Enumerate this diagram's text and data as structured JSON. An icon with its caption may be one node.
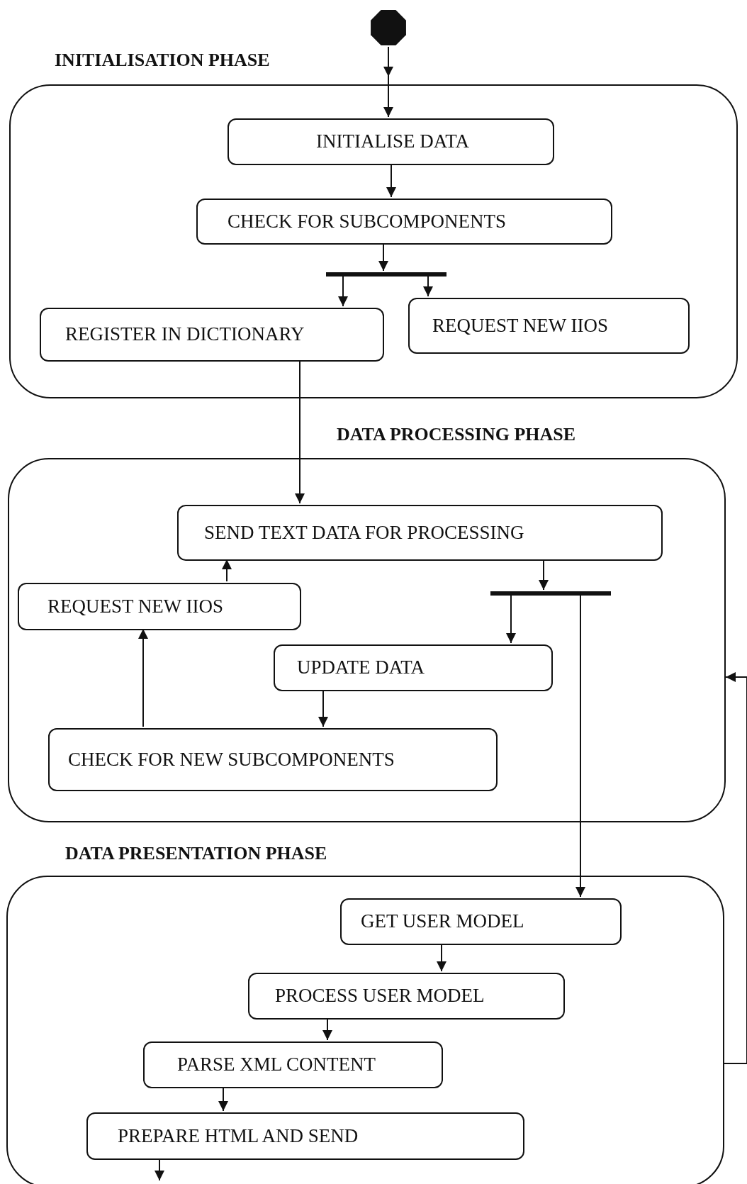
{
  "diagram": {
    "nodes": [
      {
        "text": [],
        "shape": "octagon"
      },
      {
        "text": [
          "INITIALISATION PHASE"
        ]
      },
      {
        "text": [
          "INITIALISE DATA"
        ],
        "in": 1
      },
      {
        "text": [
          "CHECK FOR SUBCOMPONENTS"
        ],
        "in": 1
      },
      {
        "text": [],
        "shape": "bar",
        "in": 1
      },
      {
        "text": [
          "REGISTER IN DICTIONARY"
        ],
        "in": 1
      },
      {
        "text": [
          "REQUEST NEW IIOS"
        ],
        "in": 1
      },
      {
        "text": [
          "DATA PROCESSING PHASE"
        ]
      },
      {
        "text": [
          "SEND TEXT DATA FOR PROCESSING"
        ],
        "in": 7
      },
      {
        "text": [
          "REQUEST NEW IIOS"
        ],
        "in": 7
      },
      {
        "text": [],
        "shape": "bar",
        "in": 7
      },
      {
        "text": [
          "UPDATE DATA"
        ],
        "in": 7
      },
      {
        "text": [
          "CHECK FOR NEW SUBCOMPONENTS"
        ],
        "in": 7
      },
      {
        "text": [
          "DATA PRESENTATION PHASE"
        ]
      },
      {
        "text": [
          "GET USER MODEL"
        ],
        "in": 13
      },
      {
        "text": [
          "PROCESS USER MODEL"
        ],
        "in": 13
      },
      {
        "text": [
          "PARSE XML CONTENT"
        ],
        "in": 13
      },
      {
        "text": [
          "PREPARE HTML AND SEND"
        ],
        "in": 13
      }
    ],
    "edges": [
      {
        "from": 0,
        "to": 2,
        "arrow": "to"
      },
      {
        "from": 2,
        "to": 3,
        "arrow": "to"
      },
      {
        "from": 3,
        "to": 4,
        "arrow": "to"
      },
      {
        "from": 4,
        "to": 5,
        "arrow": "to"
      },
      {
        "from": 4,
        "to": 6,
        "arrow": "to"
      },
      {
        "from": 5,
        "to": 8,
        "arrow": "to"
      },
      {
        "from": 8,
        "to": 10,
        "arrow": "to"
      },
      {
        "from": 10,
        "to": 11,
        "arrow": "to"
      },
      {
        "from": 11,
        "to": 12,
        "arrow": "to"
      },
      {
        "from": 12,
        "to": 9,
        "arrow": "to"
      },
      {
        "from": 9,
        "to": 8,
        "arrow": "to"
      },
      {
        "from": 10,
        "to": 14,
        "arrow": "to"
      },
      {
        "from": 14,
        "to": 15,
        "arrow": "to"
      },
      {
        "from": 15,
        "to": 16,
        "arrow": "to"
      },
      {
        "from": 16,
        "to": 17,
        "arrow": "to"
      },
      {
        "from": 17,
        "to": null,
        "arrow": "to"
      },
      {
        "from": 13,
        "to": 7,
        "arrow": "to"
      }
    ]
  }
}
